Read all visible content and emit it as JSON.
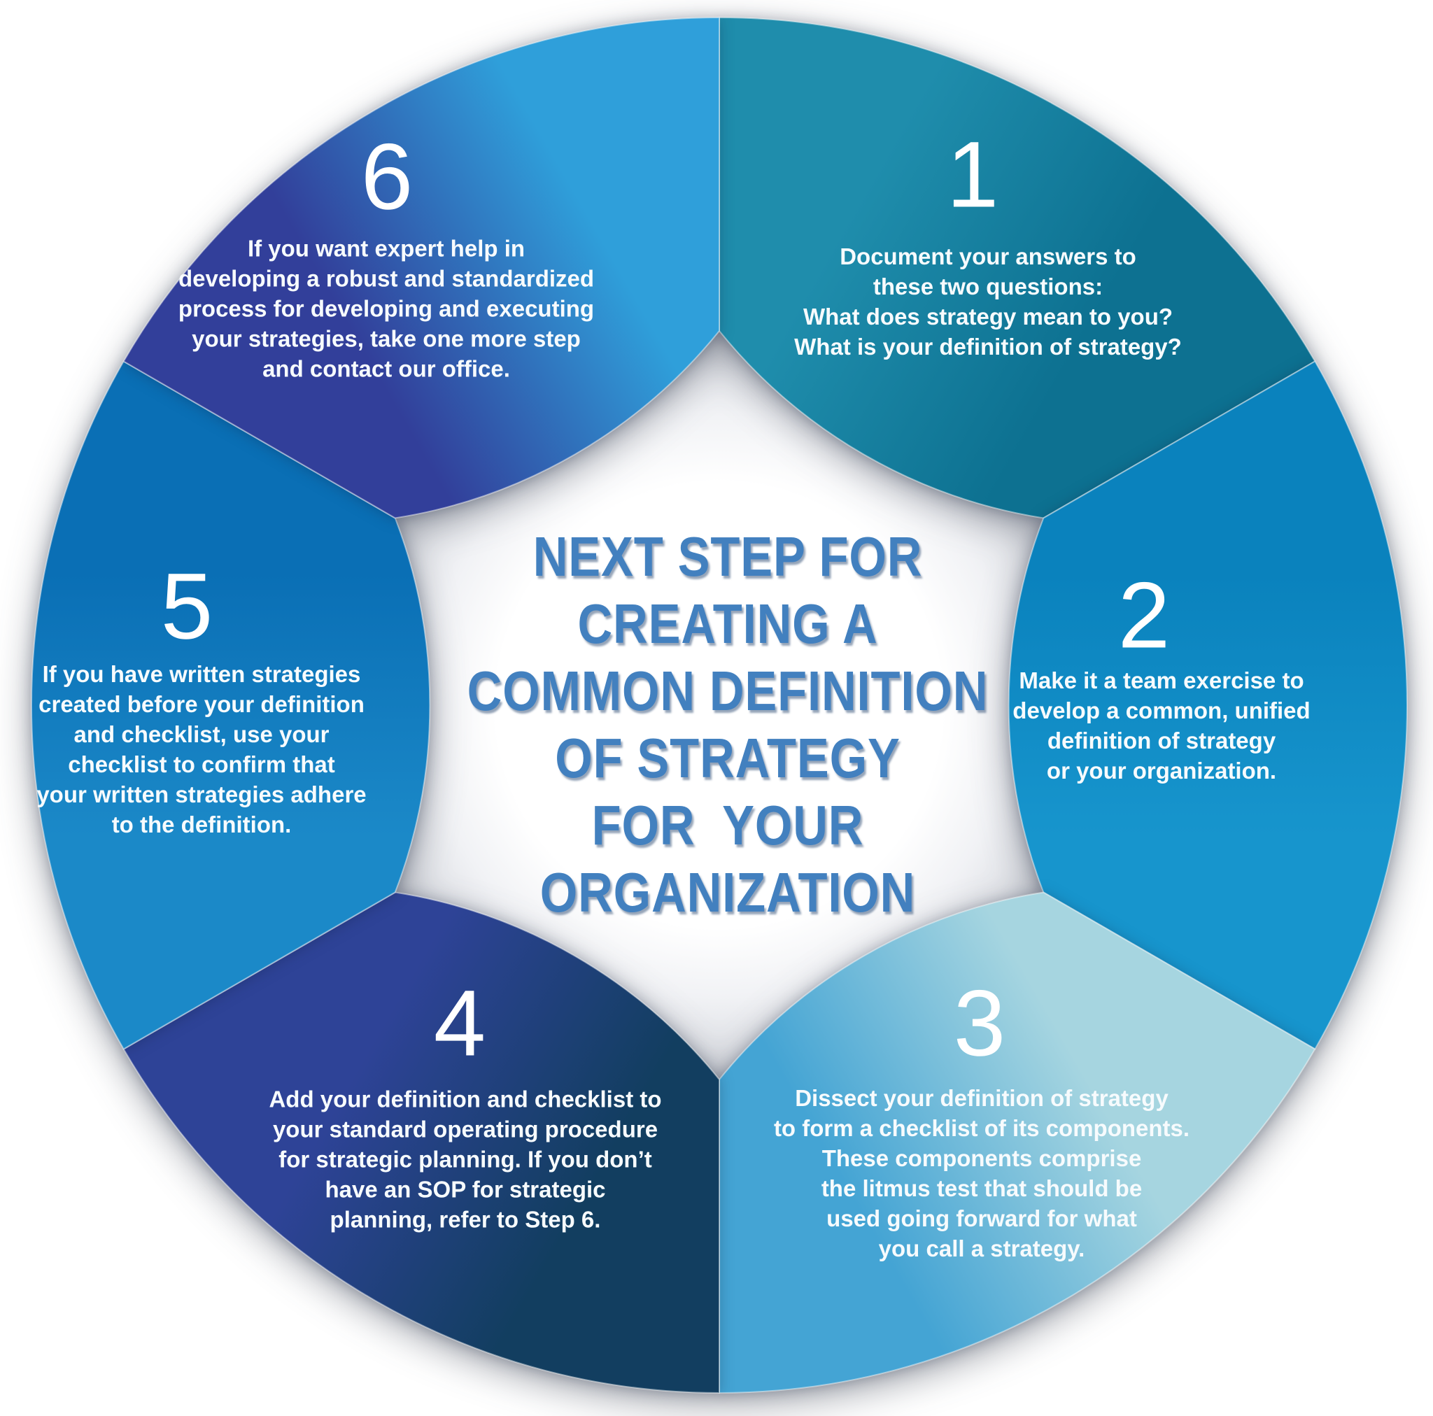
{
  "title": {
    "lines": "NEXT STEP FOR\nCREATING A\nCOMMON DEFINITION\nOF STRATEGY\nFOR  YOUR\nORGANIZATION",
    "color": "#4280bf"
  },
  "steps": [
    {
      "number": "1",
      "text": "Document your answers to\nthese two questions:\nWhat does strategy mean to you?\nWhat is your definition of strategy?",
      "color_start": "#1f8dac",
      "color_end": "#0d7191"
    },
    {
      "number": "2",
      "text": "Make it a team exercise to\ndevelop a common, unified\ndefinition of strategy\nor your organization.",
      "color_start": "#0a82bd",
      "color_end": "#1795cd"
    },
    {
      "number": "3",
      "text": "Dissect your definition of strategy\nto form a checklist of its components.\nThese components comprise\nthe litmus test that should be\nused going forward for what\nyou call a strategy.",
      "color_start": "#a6d5e0",
      "color_end": "#44a4d4"
    },
    {
      "number": "4",
      "text": "Add your definition and checklist to\nyour standard operating procedure\nfor strategic planning. If you don’t\nhave an SOP for strategic\nplanning, refer to Step 6.",
      "color_start": "#123e60",
      "color_end": "#2e4397"
    },
    {
      "number": "5",
      "text": "If you have written strategies\ncreated before your definition\nand checklist, use your\nchecklist to confirm that\nyour written strategies adhere\nto the definition.",
      "color_start": "#1b89c8",
      "color_end": "#0a6fb5"
    },
    {
      "number": "6",
      "text": "If you want expert help in\ndeveloping a robust and standardized\nprocess for developing and executing\nyour strategies, take one more step\nand contact our office.",
      "color_start": "#323f9a",
      "color_end": "#2f9fda"
    }
  ]
}
